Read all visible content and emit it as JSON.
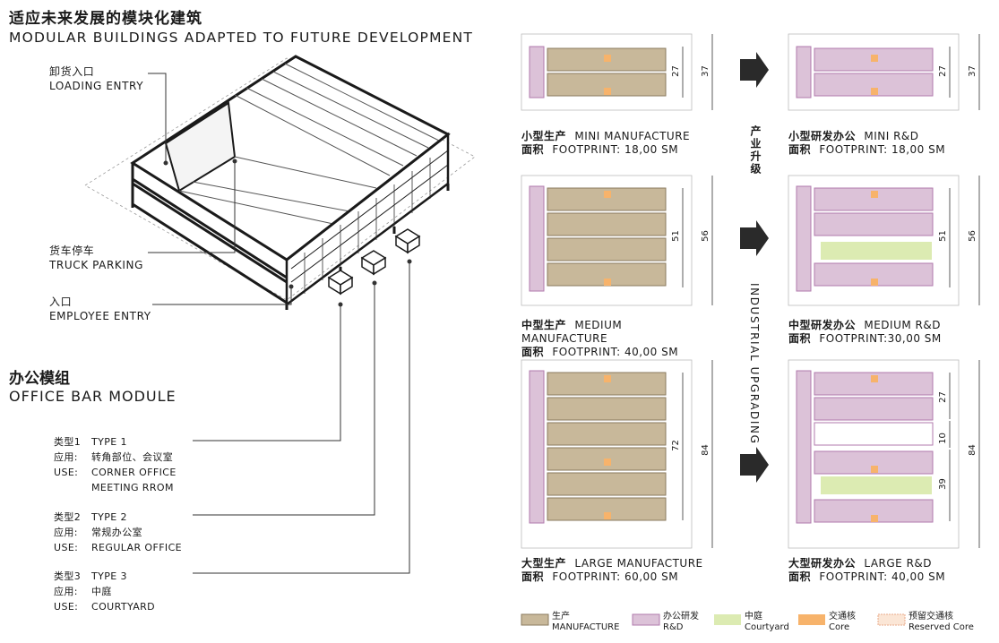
{
  "title": {
    "cn": "适应未来发展的模块化建筑",
    "en": "MODULAR BUILDINGS ADAPTED TO FUTURE DEVELOPMENT"
  },
  "callouts": {
    "loading": {
      "cn": "卸货入口",
      "en": "LOADING ENTRY"
    },
    "truck": {
      "cn": "货车停车",
      "en": "TRUCK PARKING"
    },
    "employee": {
      "cn": "入口",
      "en": "EMPLOYEE ENTRY"
    }
  },
  "office_module": {
    "cn": "办公模组",
    "en": "OFFICE BAR MODULE",
    "types": [
      {
        "type_cn": "类型1",
        "type_en": "TYPE 1",
        "use_label_cn": "应用:",
        "use_cn": "转角部位、会议室",
        "use_label_en": "USE:",
        "use_en": [
          "CORNER OFFICE",
          "MEETING RROM"
        ]
      },
      {
        "type_cn": "类型2",
        "type_en": "TYPE 2",
        "use_label_cn": "应用:",
        "use_cn": "常规办公室",
        "use_label_en": "USE:",
        "use_en": [
          "REGULAR OFFICE"
        ]
      },
      {
        "type_cn": "类型3",
        "type_en": "TYPE 3",
        "use_label_cn": "应用:",
        "use_cn": "中庭",
        "use_label_en": "USE:",
        "use_en": [
          "COURTYARD"
        ]
      }
    ]
  },
  "plans": {
    "mini_mfg": {
      "cn": "小型生产",
      "en": "MINI MANUFACTURE",
      "area_cn": "面积",
      "area_en": "FOOTPRINT: 18,00 SM",
      "dim_inner": "27",
      "dim_outer": "37"
    },
    "mini_rd": {
      "cn": "小型研发办公",
      "en": "MINI R&D",
      "area_cn": "面积",
      "area_en": "FOOTPRINT: 18,00 SM",
      "dim_inner": "27",
      "dim_outer": "37"
    },
    "medium_mfg": {
      "cn": "中型生产",
      "en1": "MEDIUM",
      "en2": "MANUFACTURE",
      "area_cn": "面积",
      "area_en": "FOOTPRINT: 40,00 SM",
      "dim_inner": "51",
      "dim_outer": "56"
    },
    "medium_rd": {
      "cn": "中型研发办公",
      "en": "MEDIUM R&D",
      "area_cn": "面积",
      "area_en": "FOOTPRINT:30,00 SM",
      "dim_inner": "51",
      "dim_outer": "56"
    },
    "large_mfg": {
      "cn": "大型生产",
      "en": "LARGE MANUFACTURE",
      "area_cn": "面积",
      "area_en": "FOOTPRINT: 60,00 SM",
      "dim_inner": "72",
      "dim_outer": "84"
    },
    "large_rd": {
      "cn": "大型研发办公",
      "en": "LARGE R&D",
      "area_cn": "面积",
      "area_en": "FOOTPRINT: 40,00 SM",
      "dim_a": "27",
      "dim_b": "10",
      "dim_c": "39",
      "dim_outer": "84"
    }
  },
  "upgrade": {
    "cn": "产业升级",
    "en": "INDUSTRIAL UPGRADING"
  },
  "legend": [
    {
      "cn": "生产",
      "en": "MANUFACTURE",
      "color": "#c8b89a",
      "stroke": "#8a7a5e"
    },
    {
      "cn": "办公研发",
      "en": "R&D",
      "color": "#dcc2d8",
      "stroke": "#b07aad"
    },
    {
      "cn": "中庭",
      "en": "Courtyard",
      "color": "#dcebb2",
      "stroke": "#dcebb2"
    },
    {
      "cn": "交通核",
      "en": "Core",
      "color": "#f7b36b",
      "stroke": "#f7b36b"
    },
    {
      "cn": "预留交通核",
      "en": "Reserved Core",
      "color": "#fbe6d6",
      "stroke": "#e8a98a"
    }
  ],
  "colors": {
    "manufacture": "#c8b89a",
    "rd": "#dcc2d8",
    "courtyard": "#dcebb2",
    "core": "#f7b36b",
    "line": "#1a1a1a"
  }
}
